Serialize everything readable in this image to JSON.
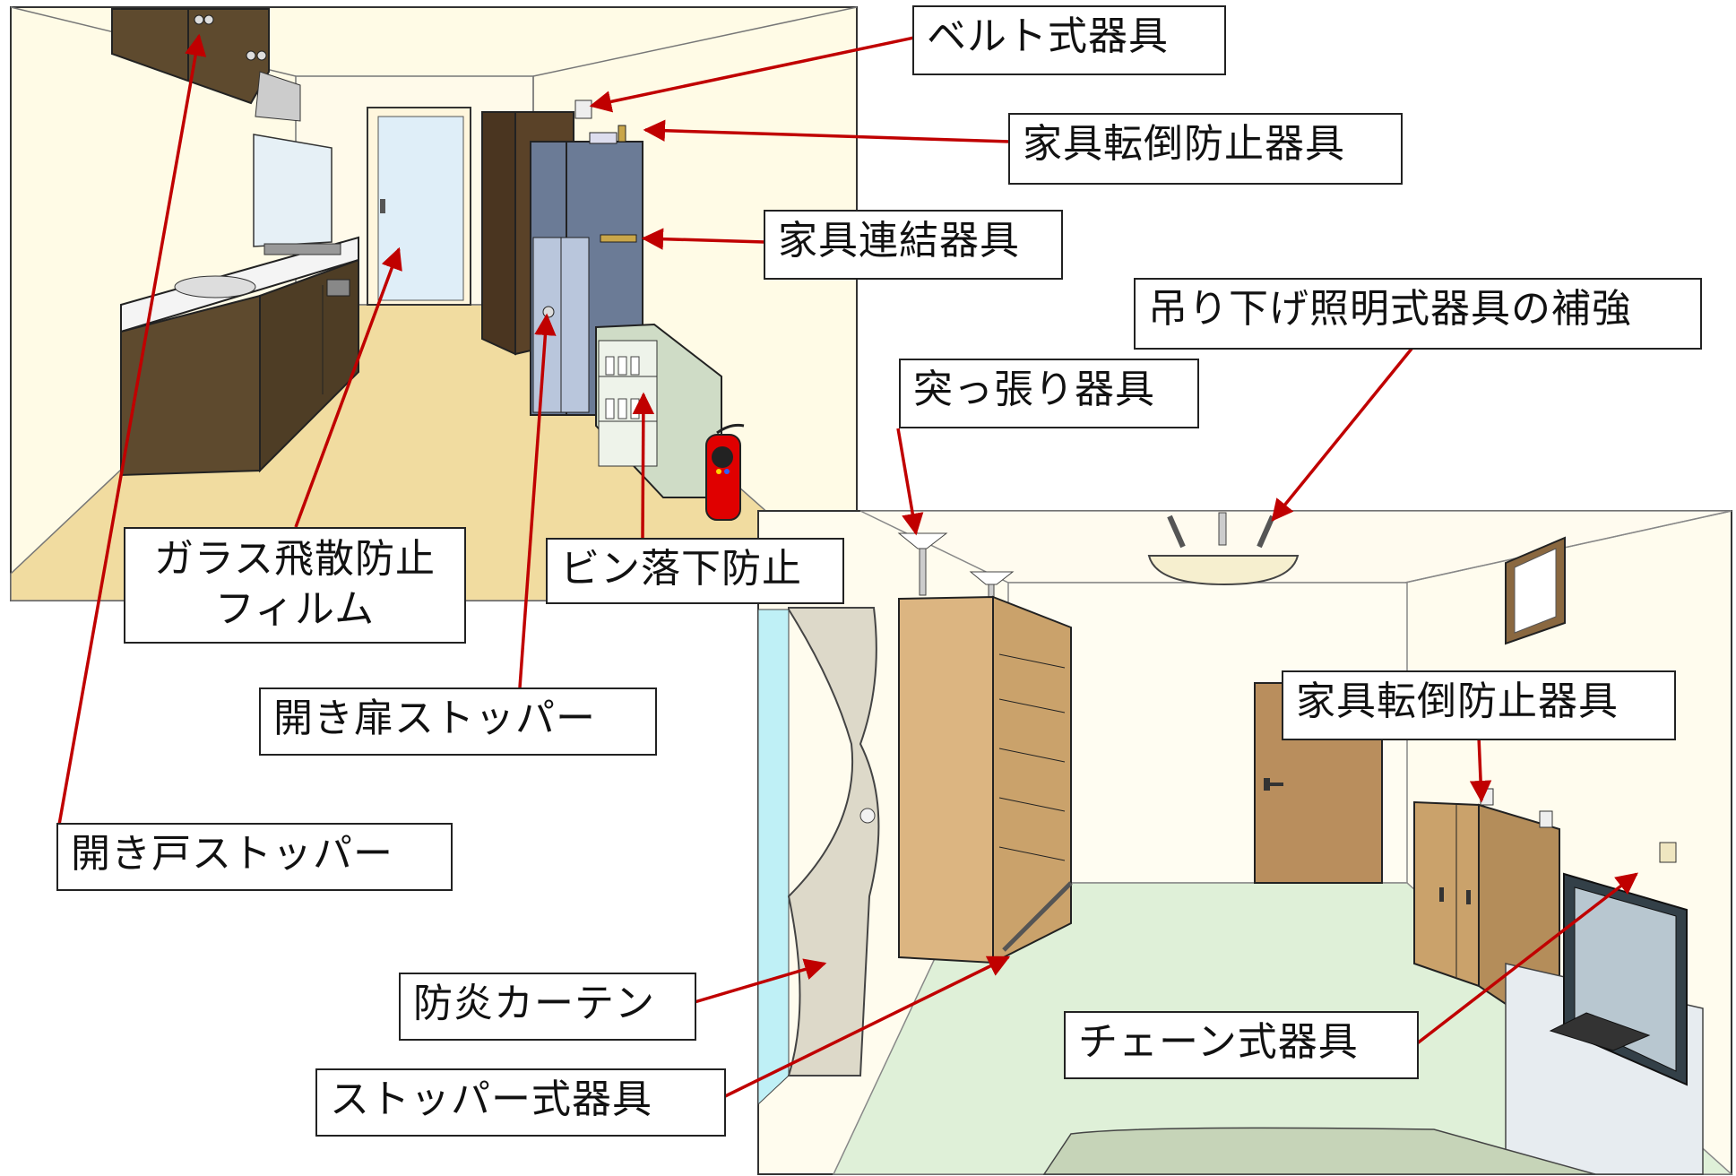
{
  "labels": {
    "belt": "ベルト式器具",
    "tentou_top": "家具転倒防止器具",
    "renketsu": "家具連結器具",
    "tsurisage": "吊り下げ照明式器具の補強",
    "tsuppari": "突っ張り器具",
    "bin": "ビン落下防止",
    "glass_line1": "ガラス飛散防止",
    "glass_line2": "フィルム",
    "hiraki_tobira": "開き扉ストッパー",
    "tentou_right": "家具転倒防止器具",
    "hirakido": "開き戸ストッパー",
    "boen": "防炎カーテン",
    "chain": "チェーン式器具",
    "stopper": "ストッパー式器具"
  },
  "colors": {
    "arrow": "#c00000",
    "kitchen_wall": "#fffbe6",
    "kitchen_floor": "#f1dca0",
    "cabinet": "#5e4a2e",
    "wardrobe": "#6b7b96",
    "living_floor": "#dff0d8",
    "living_wall": "#fffcee",
    "shelf": "#dcb581",
    "extinguisher": "#e00000"
  },
  "icons": [
    "wall-cabinet-icon",
    "sink-icon",
    "door-icon",
    "wardrobe-icon",
    "bottle-rack-icon",
    "fire-extinguisher-icon",
    "curtain-icon",
    "bookshelf-icon",
    "ceiling-lamp-icon",
    "picture-frame-icon",
    "low-cabinet-icon",
    "television-icon",
    "rug-icon"
  ]
}
